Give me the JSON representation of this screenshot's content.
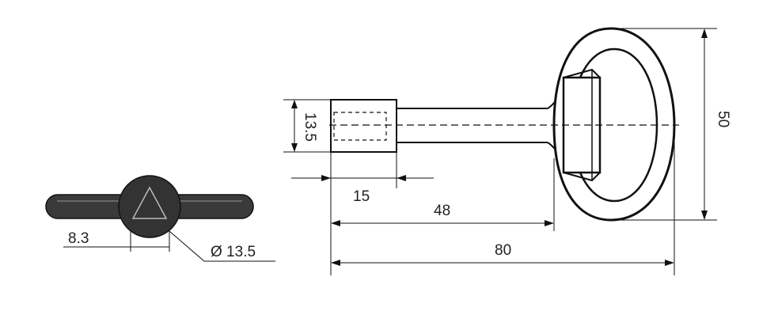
{
  "colors": {
    "line": "#111111",
    "dark_fill": "#3a3a3a",
    "text": "#222222",
    "background": "#ffffff"
  },
  "end_view": {
    "width_label": "8.3",
    "diameter_label": "Ø 13.5"
  },
  "side_view": {
    "tip_height_label": "13.5",
    "tip_length_label": "15",
    "shaft_length_label": "48",
    "total_length_label": "80",
    "handle_height_label": "50"
  }
}
